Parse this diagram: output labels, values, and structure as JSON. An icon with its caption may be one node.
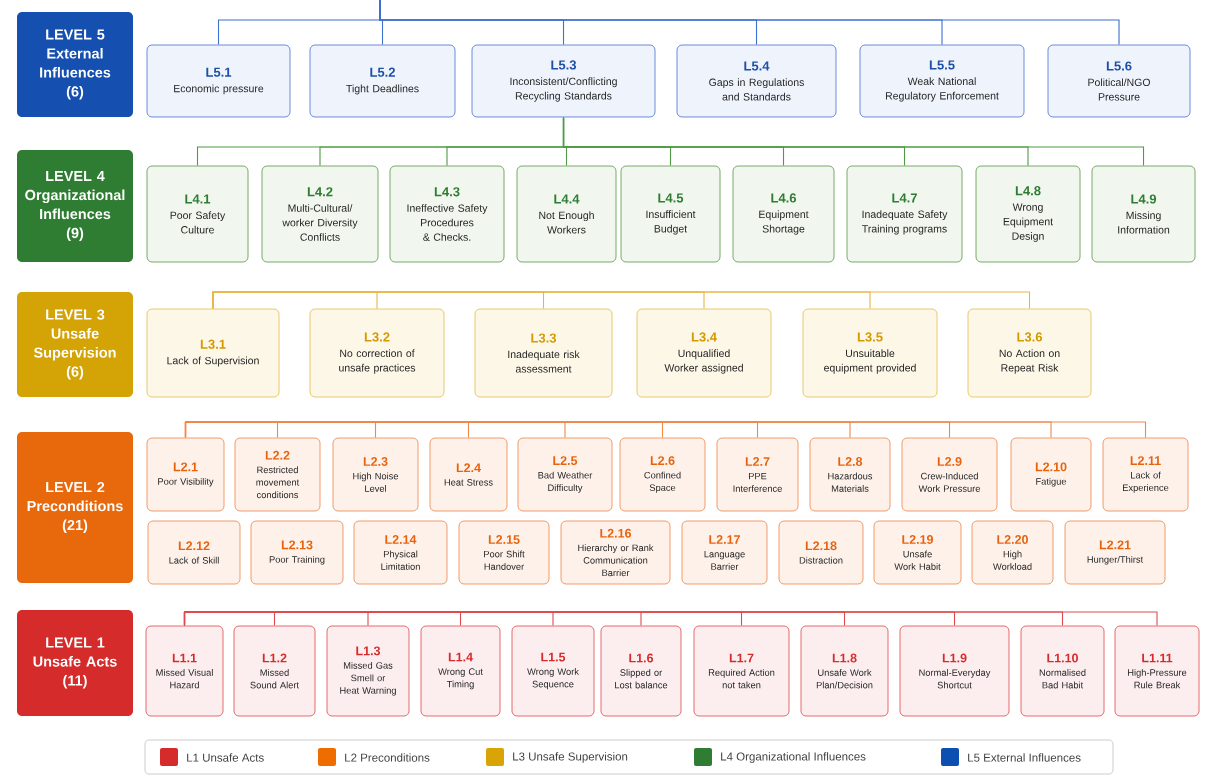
{
  "diagram": {
    "nodes": [
      {
        "text": [
          "LEVEL 5",
          "External Influences",
          "(6)"
        ]
      },
      {
        "text": [
          "L5.1",
          "Economic pressure"
        ]
      },
      {
        "text": [
          "L5.2",
          "Tight Deadlines"
        ]
      },
      {
        "text": [
          "L5.3",
          "Inconsistent/Conflicting Recycling Standards"
        ]
      },
      {
        "text": [
          "L5.4",
          "Gaps in Regulations and Standards"
        ]
      },
      {
        "text": [
          "L5.5",
          "Weak National Regulatory Enforcement"
        ]
      },
      {
        "text": [
          "L5.6",
          "Political/NGO Pressure"
        ]
      },
      {
        "text": [
          "LEVEL 4",
          "Organizational Influences",
          "(9)"
        ]
      },
      {
        "text": [
          "L4.1",
          "Poor Safety Culture"
        ]
      },
      {
        "text": [
          "L4.2",
          "Multi-Cultural/ worker Diversity Conflicts"
        ]
      },
      {
        "text": [
          "L4.3",
          "Ineffective Safety Procedures & Checks."
        ]
      },
      {
        "text": [
          "L4.4",
          "Not Enough Workers"
        ]
      },
      {
        "text": [
          "L4.5",
          "Insufficient Budget"
        ]
      },
      {
        "text": [
          "L4.6",
          "Equipment Shortage"
        ]
      },
      {
        "text": [
          "L4.7",
          "Inadequate Safety Training programs"
        ]
      },
      {
        "text": [
          "L4.8",
          "Wrong Equipment Design"
        ]
      },
      {
        "text": [
          "L4.9",
          "Missing Information"
        ]
      },
      {
        "text": [
          "LEVEL 3",
          "Unsafe Supervision",
          "(6)"
        ]
      },
      {
        "text": [
          "L3.1",
          "Lack of Supervision"
        ]
      },
      {
        "text": [
          "L3.2",
          "No correction of unsafe practices"
        ]
      },
      {
        "text": [
          "L3.3",
          "Inadequate risk assessment"
        ]
      },
      {
        "text": [
          "L3.4",
          "Unqualified Worker assigned"
        ]
      },
      {
        "text": [
          "L3.5",
          "Unsuitable equipment provided"
        ]
      },
      {
        "text": [
          "L3.6",
          "No Action on Repeat Risk"
        ]
      },
      {
        "text": [
          "LEVEL 2",
          "Preconditions",
          "(21)"
        ]
      },
      {
        "text": [
          "L2.1",
          "Poor Visibility"
        ]
      },
      {
        "text": [
          "L2.2",
          "Restricted movement conditions"
        ]
      },
      {
        "text": [
          "L2.3",
          "High Noise Level"
        ]
      },
      {
        "text": [
          "L2.4",
          "Heat Stress"
        ]
      },
      {
        "text": [
          "L2.5",
          "Bad Weather Difficulty"
        ]
      },
      {
        "text": [
          "L2.6",
          "Confined Space"
        ]
      },
      {
        "text": [
          "L2.7",
          "PPE Interference"
        ]
      },
      {
        "text": [
          "L2.8",
          "Hazardous Materials"
        ]
      },
      {
        "text": [
          "L2.9",
          "Crew-Induced Work Pressure"
        ]
      },
      {
        "text": [
          "L2.10",
          "Fatigue"
        ]
      },
      {
        "text": [
          "L2.11",
          "Lack of Experience"
        ]
      },
      {
        "text": [
          "L2.12",
          "Lack of Skill"
        ]
      },
      {
        "text": [
          "L2.13",
          "Poor Training"
        ]
      },
      {
        "text": [
          "L2.14",
          "Physical Limitation"
        ]
      },
      {
        "text": [
          "L2.15",
          "Poor Shift Handover"
        ]
      },
      {
        "text": [
          "L2.16",
          "Hierarchy or Rank Communication Barrier"
        ]
      },
      {
        "text": [
          "L2.17",
          "Language Barrier"
        ]
      },
      {
        "text": [
          "L2.18",
          "Distraction"
        ]
      },
      {
        "text": [
          "L2.19",
          "Unsafe Work Habit"
        ]
      },
      {
        "text": [
          "L2.20",
          "High Workload"
        ]
      },
      {
        "text": [
          "L2.21",
          "Hunger/Thirst"
        ]
      },
      {
        "text": [
          "LEVEL 1",
          "Unsafe Acts",
          "(11)"
        ]
      },
      {
        "text": [
          "L1.1",
          "Missed Visual Hazard"
        ]
      },
      {
        "text": [
          "L1.2",
          "Missed Sound Alert"
        ]
      },
      {
        "text": [
          "L1.3",
          "Missed Gas Smell or Heat Warning"
        ]
      },
      {
        "text": [
          "L1.4",
          "Wrong Cut Timing"
        ]
      },
      {
        "text": [
          "L1.5",
          "Wrong Work Sequence"
        ]
      },
      {
        "text": [
          "L1.6",
          "Slipped or Lost balance"
        ]
      },
      {
        "text": [
          "L1.7",
          "Required Action not taken"
        ]
      },
      {
        "text": [
          "L1.8",
          "Unsafe Work Plan/Decision"
        ]
      },
      {
        "text": [
          "L1.9",
          "Normal-Everyday Shortcut"
        ]
      },
      {
        "text": [
          "L1.10",
          "Normalised Bad Habit"
        ]
      },
      {
        "text": [
          "L1.11",
          "High-Pressure Rule Break"
        ]
      }
    ],
    "edges": [
      {
        "from": null,
        "to": 1,
        "arrow": "none",
        "color": "#3f6fcf"
      },
      {
        "from": null,
        "to": 2,
        "arrow": "none",
        "color": "#3f6fcf"
      },
      {
        "from": null,
        "to": 3,
        "arrow": "none",
        "color": "#3f6fcf"
      },
      {
        "from": null,
        "to": 4,
        "arrow": "none",
        "color": "#3f6fcf"
      },
      {
        "from": null,
        "to": 5,
        "arrow": "none",
        "color": "#3f6fcf"
      },
      {
        "from": null,
        "to": 6,
        "arrow": "none",
        "color": "#3f6fcf"
      },
      {
        "from": 3,
        "to": 8,
        "arrow": "none",
        "color": "#4f9a45"
      },
      {
        "from": 3,
        "to": 9,
        "arrow": "none",
        "color": "#4f9a45"
      },
      {
        "from": 3,
        "to": 10,
        "arrow": "none",
        "color": "#4f9a45"
      },
      {
        "from": 3,
        "to": 11,
        "arrow": "none",
        "color": "#4f9a45"
      },
      {
        "from": 3,
        "to": 12,
        "arrow": "none",
        "color": "#4f9a45"
      },
      {
        "from": 3,
        "to": 13,
        "arrow": "none",
        "color": "#4f9a45"
      },
      {
        "from": 3,
        "to": 14,
        "arrow": "none",
        "color": "#4f9a45"
      },
      {
        "from": 3,
        "to": 15,
        "arrow": "none",
        "color": "#4f9a45"
      },
      {
        "from": 3,
        "to": 16,
        "arrow": "none",
        "color": "#4f9a45"
      },
      {
        "from": 18,
        "to": 19,
        "arrow": "none",
        "color": "#eab546"
      },
      {
        "from": 18,
        "to": 20,
        "arrow": "none",
        "color": "#eab546"
      },
      {
        "from": 18,
        "to": 21,
        "arrow": "none",
        "color": "#eab546"
      },
      {
        "from": 18,
        "to": 22,
        "arrow": "none",
        "color": "#eab546"
      },
      {
        "from": 18,
        "to": 23,
        "arrow": "none",
        "color": "#eab546"
      },
      {
        "from": 25,
        "to": 26,
        "arrow": "none",
        "color": "#f0884a"
      },
      {
        "from": 25,
        "to": 27,
        "arrow": "none",
        "color": "#f0884a"
      },
      {
        "from": 25,
        "to": 28,
        "arrow": "none",
        "color": "#f0884a"
      },
      {
        "from": 25,
        "to": 29,
        "arrow": "none",
        "color": "#f0884a"
      },
      {
        "from": 25,
        "to": 30,
        "arrow": "none",
        "color": "#f0884a"
      },
      {
        "from": 25,
        "to": 31,
        "arrow": "none",
        "color": "#f0884a"
      },
      {
        "from": 25,
        "to": 32,
        "arrow": "none",
        "color": "#f0884a"
      },
      {
        "from": 25,
        "to": 33,
        "arrow": "none",
        "color": "#f0884a"
      },
      {
        "from": 25,
        "to": 34,
        "arrow": "none",
        "color": "#f0884a"
      },
      {
        "from": 25,
        "to": 35,
        "arrow": "none",
        "color": "#f0884a"
      },
      {
        "from": 47,
        "to": 48,
        "arrow": "none",
        "color": "#e04a4e"
      },
      {
        "from": 47,
        "to": 49,
        "arrow": "none",
        "color": "#e04a4e"
      },
      {
        "from": 47,
        "to": 50,
        "arrow": "none",
        "color": "#e04a4e"
      },
      {
        "from": 47,
        "to": 51,
        "arrow": "none",
        "color": "#e04a4e"
      },
      {
        "from": 47,
        "to": 52,
        "arrow": "none",
        "color": "#e04a4e"
      },
      {
        "from": 47,
        "to": 53,
        "arrow": "none",
        "color": "#e04a4e"
      },
      {
        "from": 47,
        "to": 54,
        "arrow": "none",
        "color": "#e04a4e"
      },
      {
        "from": 47,
        "to": 55,
        "arrow": "none",
        "color": "#e04a4e"
      },
      {
        "from": 47,
        "to": 56,
        "arrow": "none",
        "color": "#e04a4e"
      },
      {
        "from": 47,
        "to": 57,
        "arrow": "none",
        "color": "#e04a4e"
      }
    ],
    "legend": [
      {
        "text": "L1 Unsafe Acts",
        "color": "#d62b2b"
      },
      {
        "text": "L2 Preconditions",
        "color": "#ef6c00"
      },
      {
        "text": "L3 Unsafe Supervision",
        "color": "#d9a406"
      },
      {
        "text": "L4 Organizational Influences",
        "color": "#2e7d32"
      },
      {
        "text": "L5 External Influences",
        "color": "#0d4fb0"
      }
    ]
  }
}
